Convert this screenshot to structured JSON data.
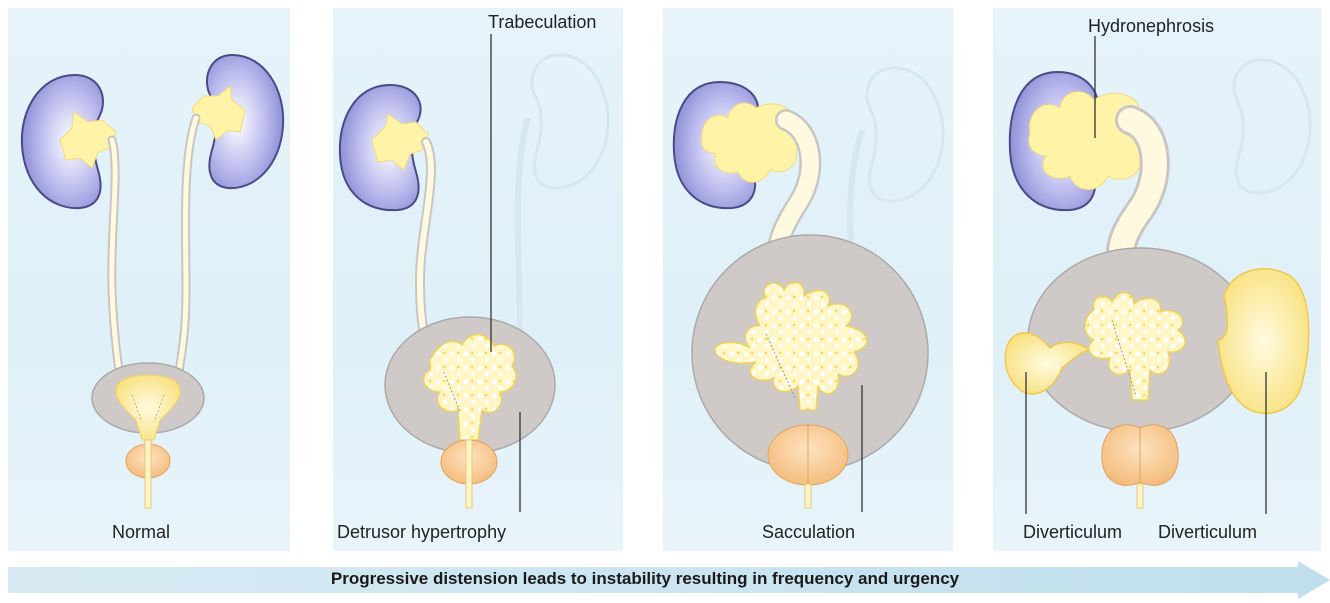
{
  "labels": {
    "normal": "Normal",
    "detrusor_hypertrophy": "Detrusor hypertrophy",
    "trabeculation": "Trabeculation",
    "sacculation": "Sacculation",
    "hydronephrosis": "Hydronephrosis",
    "diverticulum_left": "Diverticulum",
    "diverticulum_right": "Diverticulum"
  },
  "caption": "Progressive distension leads to instability resulting in frequency and urgency",
  "colors": {
    "kidney": "#8f8fd6",
    "urine": "#fbeea0",
    "bladder_wall": "#c9c5c2",
    "prostate": "#f8c68a",
    "panel_bg": "#e3f2f9",
    "arrow": "#cfe6f1"
  }
}
